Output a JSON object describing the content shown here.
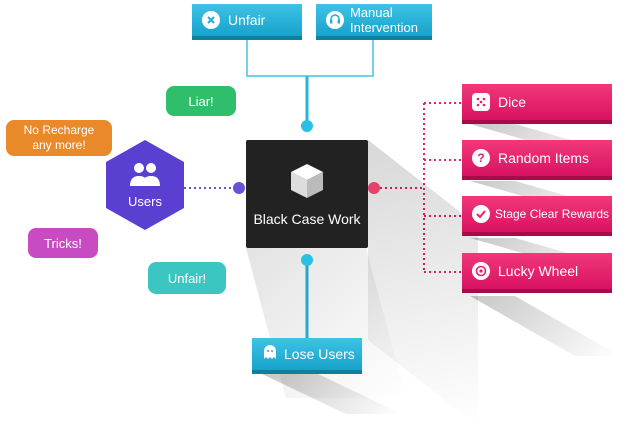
{
  "top_boxes": [
    {
      "label": "Unfair",
      "icon": "x-circle-icon"
    },
    {
      "label": "Manual\nIntervention",
      "icon": "headset-icon"
    }
  ],
  "center": {
    "label": "Black Case Work",
    "icon": "cube-icon"
  },
  "users": {
    "label": "Users",
    "icon": "users-icon"
  },
  "bubbles": [
    {
      "text": "Liar!",
      "color": "#2fbf6a"
    },
    {
      "text": "No Recharge\nany more!",
      "color": "#e9892a"
    },
    {
      "text": "Tricks!",
      "color": "#c84bc2"
    },
    {
      "text": "Unfair!",
      "color": "#3bc6c2"
    }
  ],
  "right_boxes": [
    {
      "label": "Dice",
      "icon": "dice-icon"
    },
    {
      "label": "Random Items",
      "icon": "question-icon"
    },
    {
      "label": "Stage Clear Rewards",
      "icon": "check-icon"
    },
    {
      "label": "Lucky Wheel",
      "icon": "target-icon"
    }
  ],
  "bottom_box": {
    "label": "Lose Users",
    "icon": "ghost-icon"
  },
  "colors": {
    "blue": "#1fb0d8",
    "pink": "#e8206d",
    "users_purple": "#5a3fd0",
    "center": "#222222"
  }
}
